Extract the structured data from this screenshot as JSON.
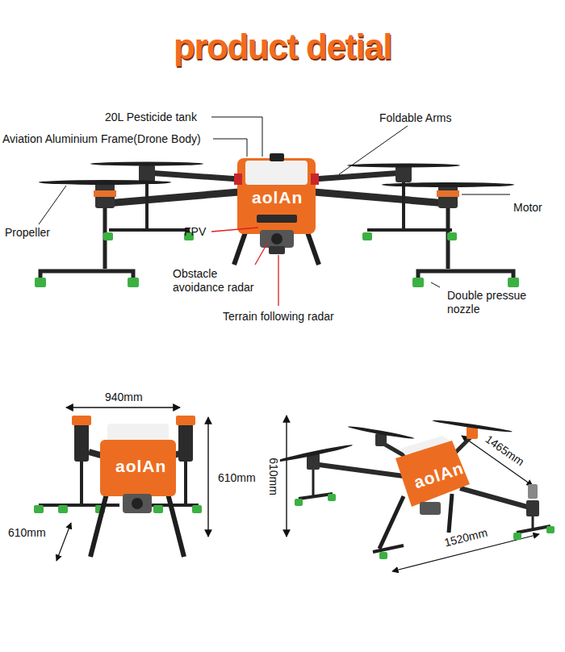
{
  "diagram": {
    "title": "product detial",
    "labels": [
      "20L Pesticide tank",
      "Foldable Arms",
      "Aviation Aluminium Frame(Drone Body)",
      "Motor",
      "aolAn",
      "Propeller",
      "FPV",
      "Obstacle avoidance radar",
      "Double pressue nozzle",
      "Terrain following radar",
      "940mm",
      "610mm",
      "aolAn",
      "610mm",
      "610mm",
      "1465mm",
      "aolAn",
      "1520mm"
    ]
  }
}
